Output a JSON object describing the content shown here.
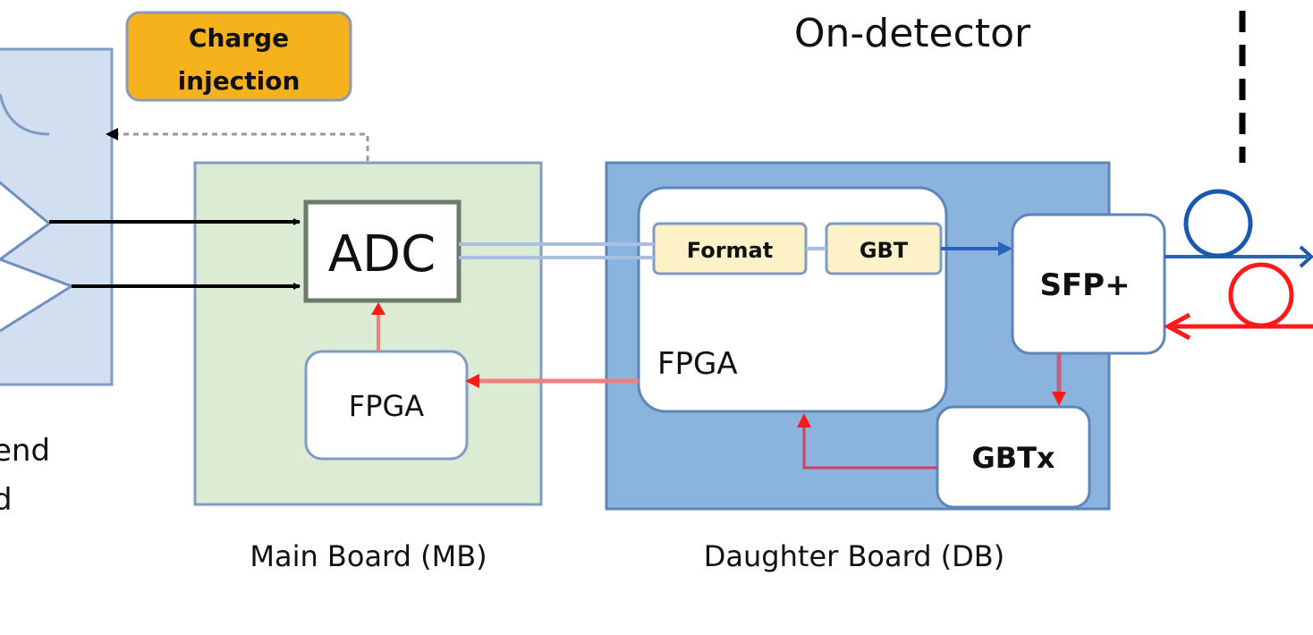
{
  "title": "On-detector",
  "front_end": {
    "caption_line1": "end",
    "caption_line2": "d"
  },
  "charge_injection": {
    "line1": "Charge",
    "line2": "injection",
    "color": "#f5b21c"
  },
  "main_board": {
    "caption": "Main Board (MB)",
    "adc_label": "ADC",
    "fpga_label": "FPGA",
    "fill": "#dcebd4"
  },
  "daughter_board": {
    "caption": "Daughter Board (DB)",
    "fpga_label": "FPGA",
    "format_label": "Format",
    "gbt_label": "GBT",
    "sfp_label": "SFP+",
    "gbtx_label": "GBTx",
    "fill": "#8ab4dd"
  },
  "colors": {
    "uplink": "#2a62b8",
    "downlink": "#ff1a1a",
    "control": "#f08080",
    "signal": "#000000",
    "frontend_fill": "#d2dff0",
    "module_fill": "#fdf1c8"
  }
}
